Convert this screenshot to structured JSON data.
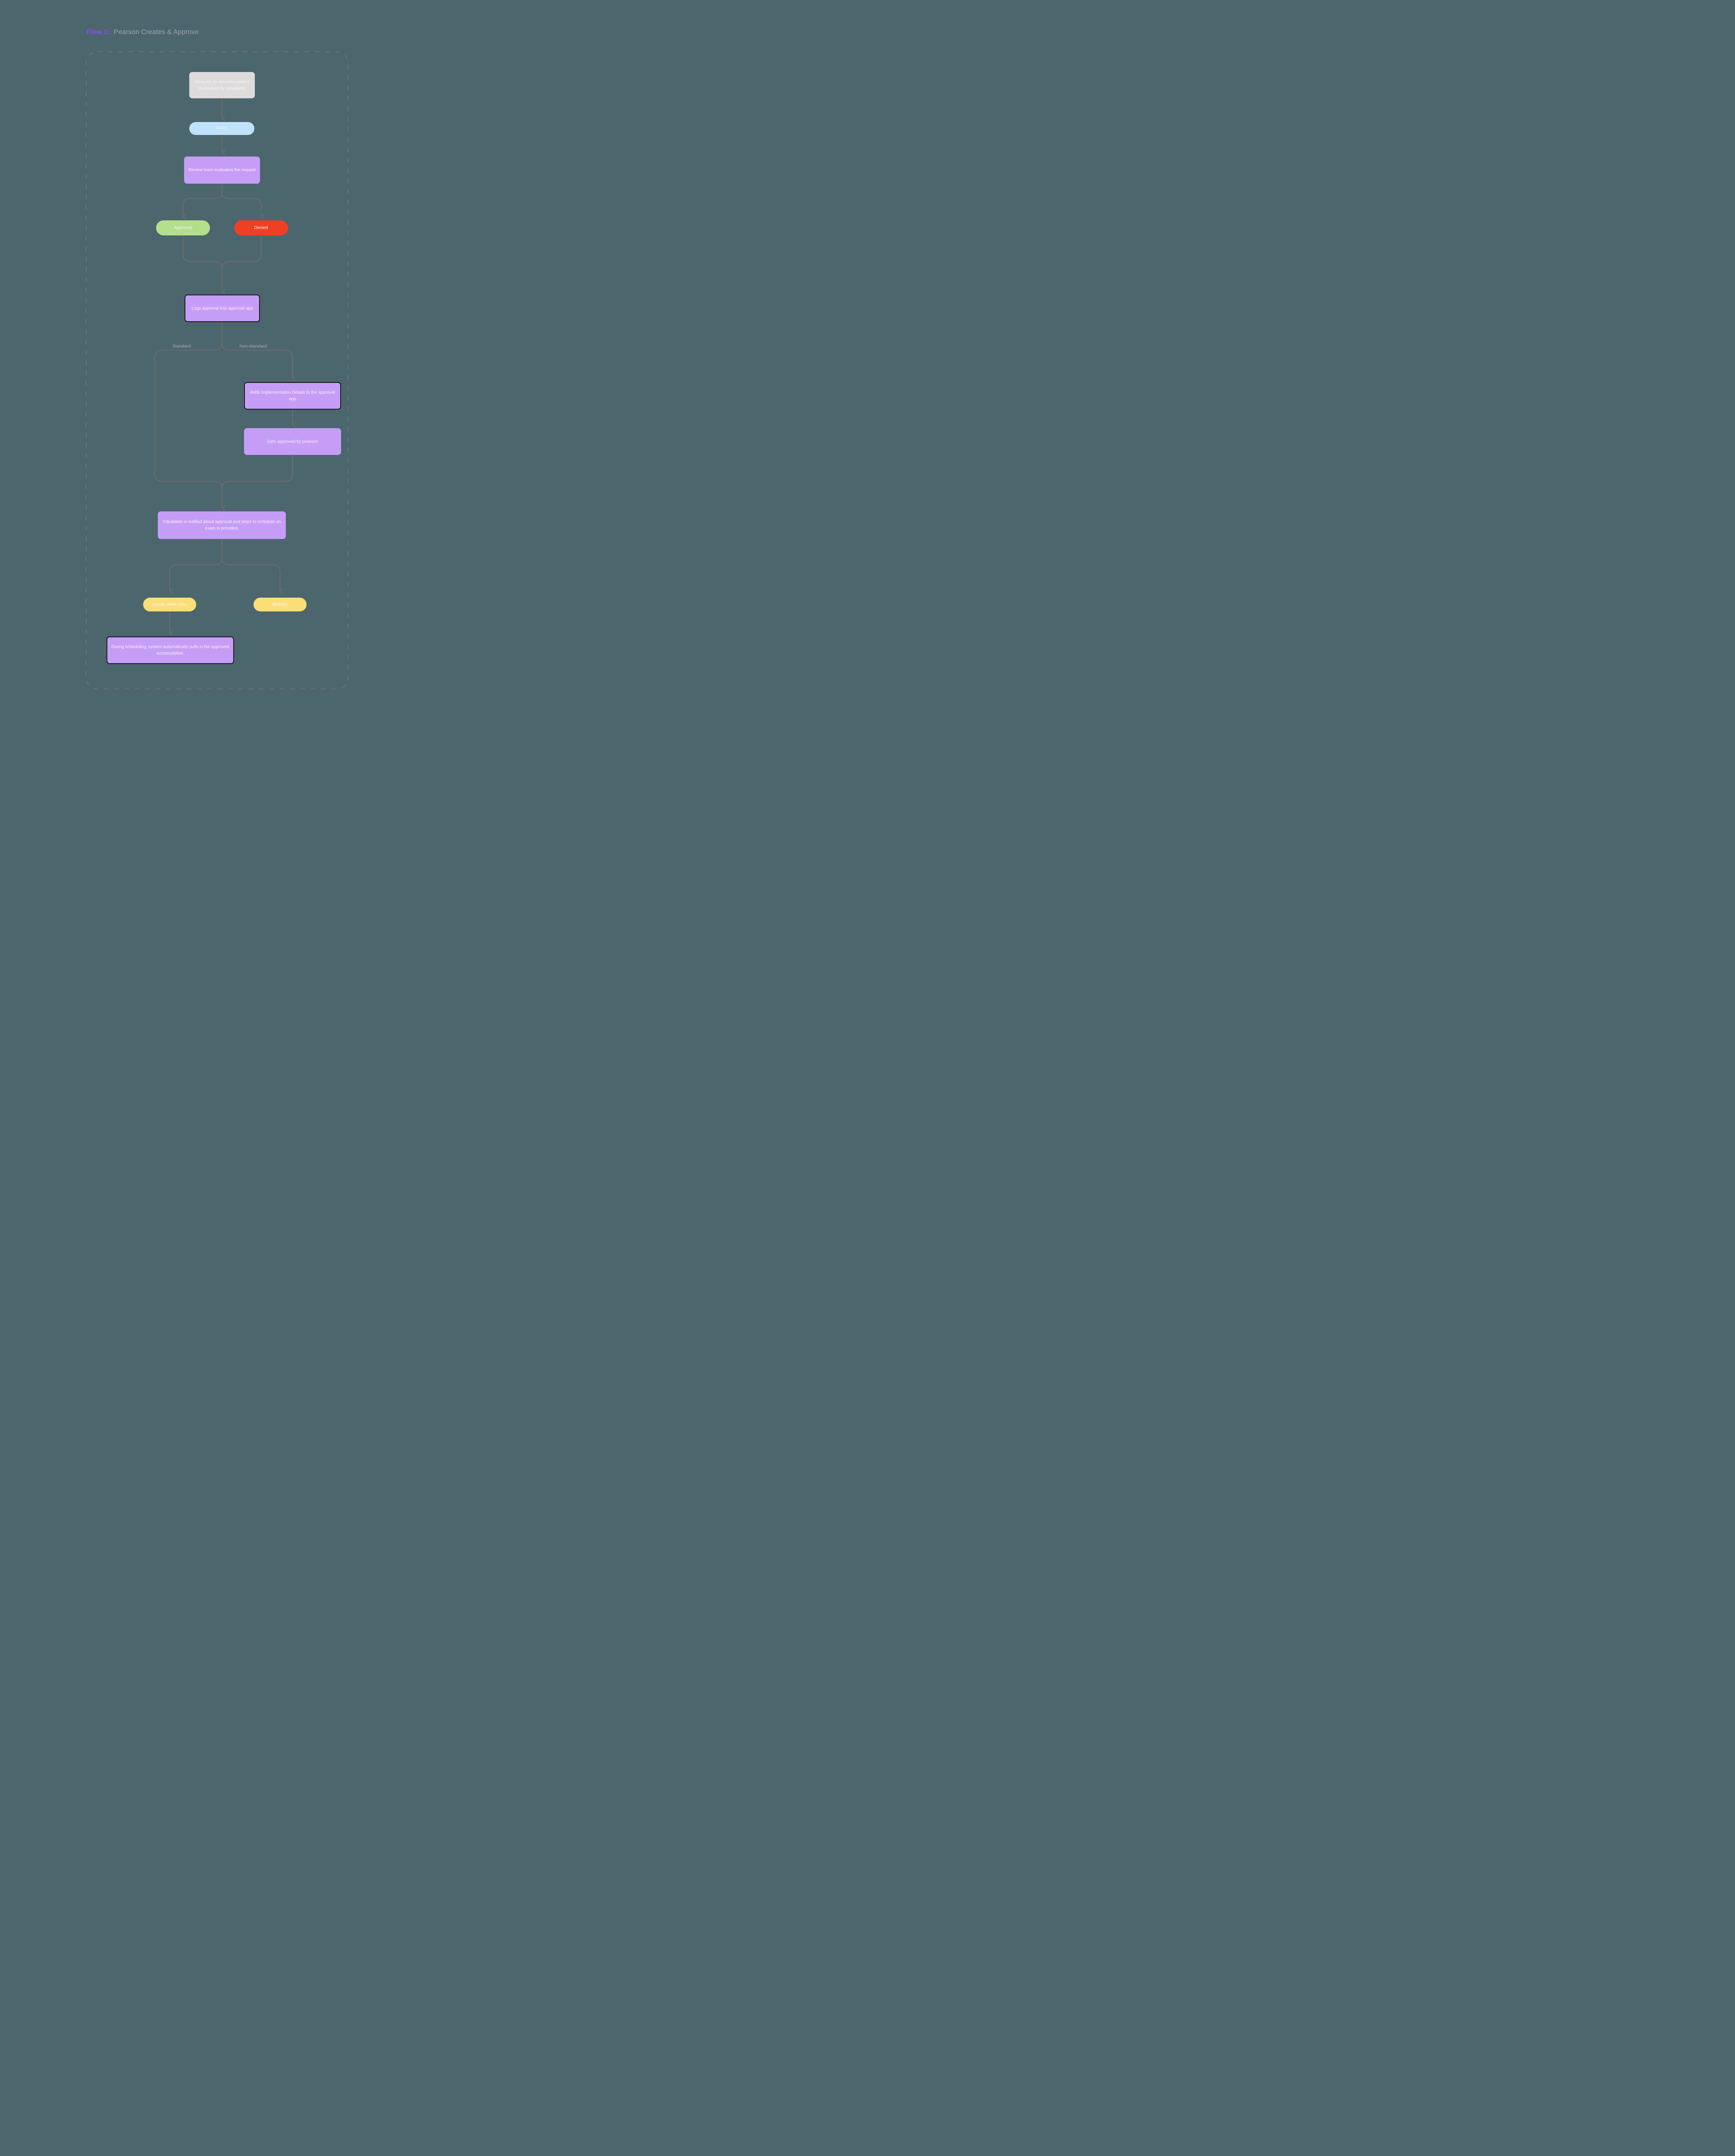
{
  "title": {
    "prefix": "Flow 1:",
    "text": "Pearson Creates & Approve"
  },
  "edge_labels": {
    "left": "Standard",
    "right": "Non-standard"
  },
  "nodes": [
    {
      "id": "request",
      "label": "Request for accommodation (Submitted by candidate)",
      "variant": "gray"
    },
    {
      "id": "rars",
      "label": "RARS",
      "variant": "blue"
    },
    {
      "id": "review",
      "label": "Review team evaluates the request",
      "variant": "purple"
    },
    {
      "id": "approved",
      "label": "Approved",
      "variant": "green"
    },
    {
      "id": "denied",
      "label": "Denied",
      "variant": "red"
    },
    {
      "id": "logs",
      "label": "Logs approval into approval app",
      "variant": "purple-outlined"
    },
    {
      "id": "adds",
      "label": "Adds Implementation Details to the approval app",
      "variant": "purple-outlined"
    },
    {
      "id": "gets",
      "label": "Gets approved by pearson",
      "variant": "purple"
    },
    {
      "id": "notified",
      "label": "Candidate is notified about approval and steps to schedule an exam is provided.",
      "variant": "purple"
    },
    {
      "id": "global",
      "label": "Global online form",
      "variant": "yellow"
    },
    {
      "id": "webng",
      "label": "WebNG",
      "variant": "yellow"
    },
    {
      "id": "final",
      "label": "During scheduling, system automatically pulls in the approved accomodation.",
      "variant": "purple-outlined"
    }
  ],
  "colors": {
    "background": "#4C666E",
    "title_accent": "#8F4BFF",
    "title_text": "#9FA3A6",
    "node_text": "#F6F3FB",
    "gray": "#DDDCDB",
    "blue": "#BFE2FE",
    "purple": "#C59DF6",
    "green": "#B2DF8A",
    "red": "#EE4023",
    "yellow": "#FCDE76",
    "outline": "#1C1B1E",
    "connector": "#6F6C68",
    "dashed_frame": "#6D7275"
  }
}
